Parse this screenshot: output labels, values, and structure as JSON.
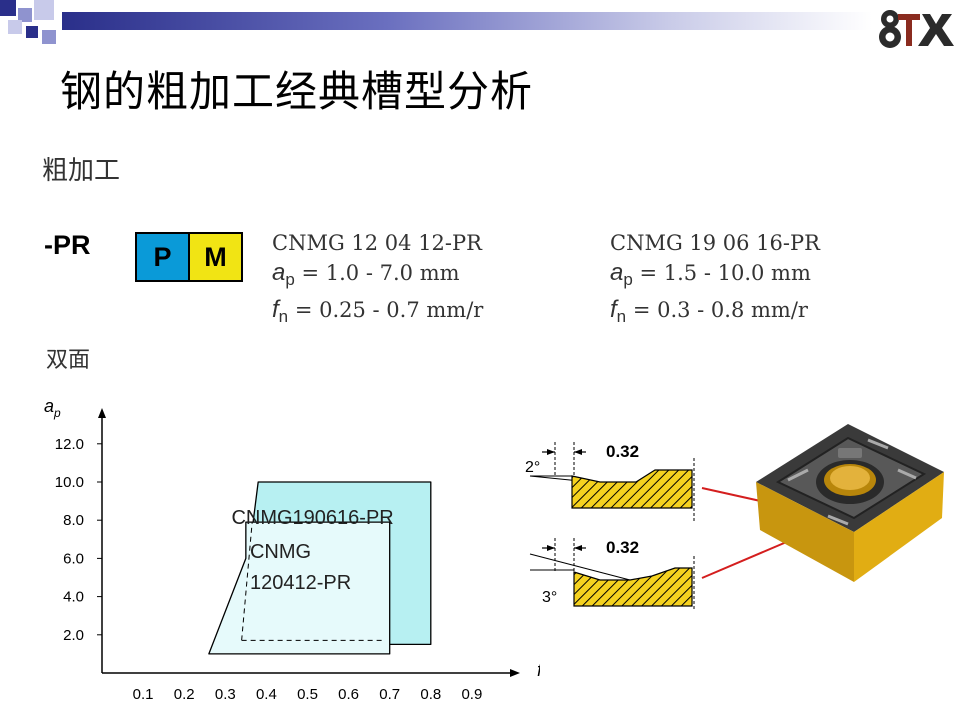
{
  "title": "钢的粗加工经典槽型分析",
  "subtitle": "粗加工",
  "geometry_label": "-PR",
  "badge": {
    "left": "P",
    "right": "M"
  },
  "specs": [
    {
      "code": "CNMG 12 04 12-PR",
      "ap_range": " = 1.0  -  7.0 mm",
      "fn_range": " = 0.25  -  0.7 mm/r"
    },
    {
      "code": "CNMG 19 06 16-PR",
      "ap_range": " = 1.5  -  10.0 mm",
      "fn_range": " = 0.3  -  0.8 mm/r"
    }
  ],
  "symbols": {
    "ap": "a",
    "ap_sub": "p",
    "fn": "f",
    "fn_sub": "n"
  },
  "double_sided": "双面",
  "logo_text": "8TX",
  "chart_data": {
    "type": "area",
    "xlabel": "f",
    "xlabel_sub": "n",
    "ylabel": "a",
    "ylabel_sub": "p",
    "x_ticks": [
      "0.1",
      "0.2",
      "0.3",
      "0.4",
      "0.5",
      "0.6",
      "0.7",
      "0.8",
      "0.9"
    ],
    "y_ticks": [
      "2.0",
      "4.0",
      "6.0",
      "8.0",
      "10.0",
      "12.0"
    ],
    "xlim": [
      0,
      1.0
    ],
    "ylim": [
      0,
      13.5
    ],
    "series": [
      {
        "name": "CNMG190616-PR",
        "polygon": [
          [
            0.33,
            1.5
          ],
          [
            0.38,
            10.0
          ],
          [
            0.8,
            10.0
          ],
          [
            0.8,
            1.5
          ]
        ],
        "color": "#b7f0f2"
      },
      {
        "name": "CNMG\n120412-PR",
        "polygon": [
          [
            0.26,
            1.0
          ],
          [
            0.35,
            6.0
          ],
          [
            0.35,
            7.9
          ],
          [
            0.7,
            7.9
          ],
          [
            0.7,
            1.0
          ]
        ],
        "color": "#e6fafb"
      }
    ]
  },
  "profile": {
    "top": {
      "angle": "2°",
      "width": "0.32"
    },
    "bottom": {
      "angle": "3°",
      "width": "0.32"
    }
  }
}
